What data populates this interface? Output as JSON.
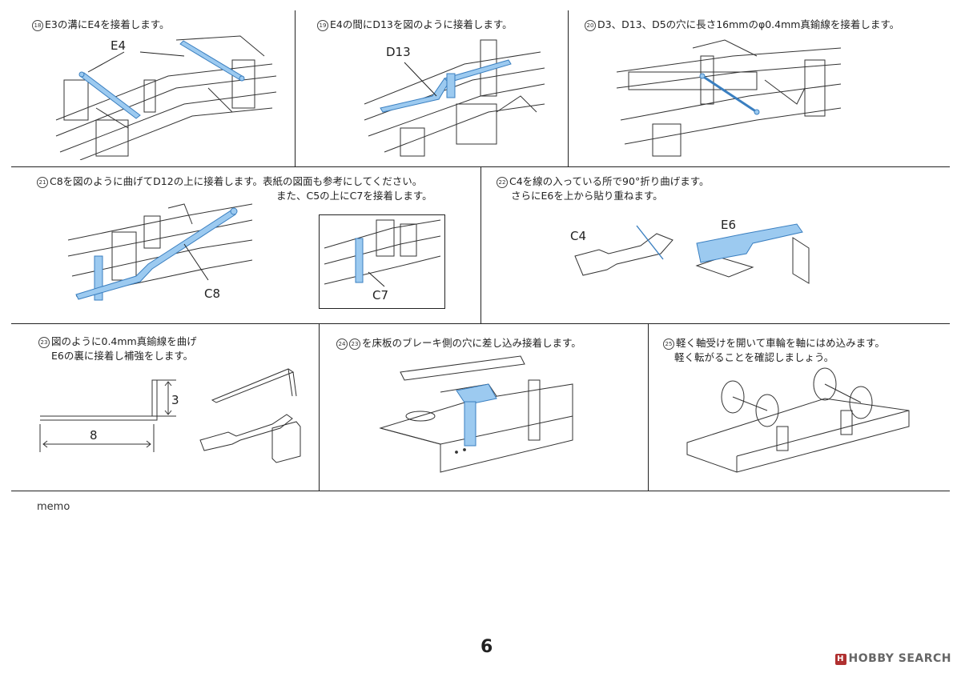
{
  "steps": [
    {
      "num": "18",
      "lines": [
        "E3の溝にE4を接着します。"
      ],
      "labels": [
        "E4"
      ]
    },
    {
      "num": "19",
      "lines": [
        "E4の間にD13を図のように接着します。"
      ],
      "labels": [
        "D13"
      ]
    },
    {
      "num": "20",
      "lines": [
        "D3、D13、D5の穴に長さ16mmのφ0.4mm真鍮線を接着します。"
      ],
      "labels": []
    },
    {
      "num": "21",
      "lines": [
        "C8を図のように曲げてD12の上に接着します。表紙の図面も参考にしてください。",
        "また、C5の上にC7を接着します。"
      ],
      "labels": [
        "C8",
        "C7"
      ]
    },
    {
      "num": "22",
      "lines": [
        "C4を線の入っている所で90°折り曲げます。",
        "さらにE6を上から貼り重ねます。"
      ],
      "labels": [
        "C4",
        "E6"
      ]
    },
    {
      "num": "23",
      "lines": [
        "図のように0.4mm真鍮線を曲げ",
        "E6の裏に接着し補強をします。"
      ],
      "labels": [
        "3",
        "8"
      ]
    },
    {
      "num": "24",
      "ref": "23",
      "lines": [
        "を床板のブレーキ側の穴に差し込み接着します。"
      ],
      "labels": []
    },
    {
      "num": "25",
      "lines": [
        "軽く軸受けを開いて車輪を軸にはめ込みます。",
        "軽く転がることを確認しましょう。"
      ],
      "labels": []
    }
  ],
  "memo": "memo",
  "page_number": "6",
  "watermark": {
    "mark": "H",
    "text": "HOBBY SEARCH"
  },
  "colors": {
    "highlight": "#9ccaf0",
    "highlight_stroke": "#3a7fc0",
    "line": "#222222"
  }
}
